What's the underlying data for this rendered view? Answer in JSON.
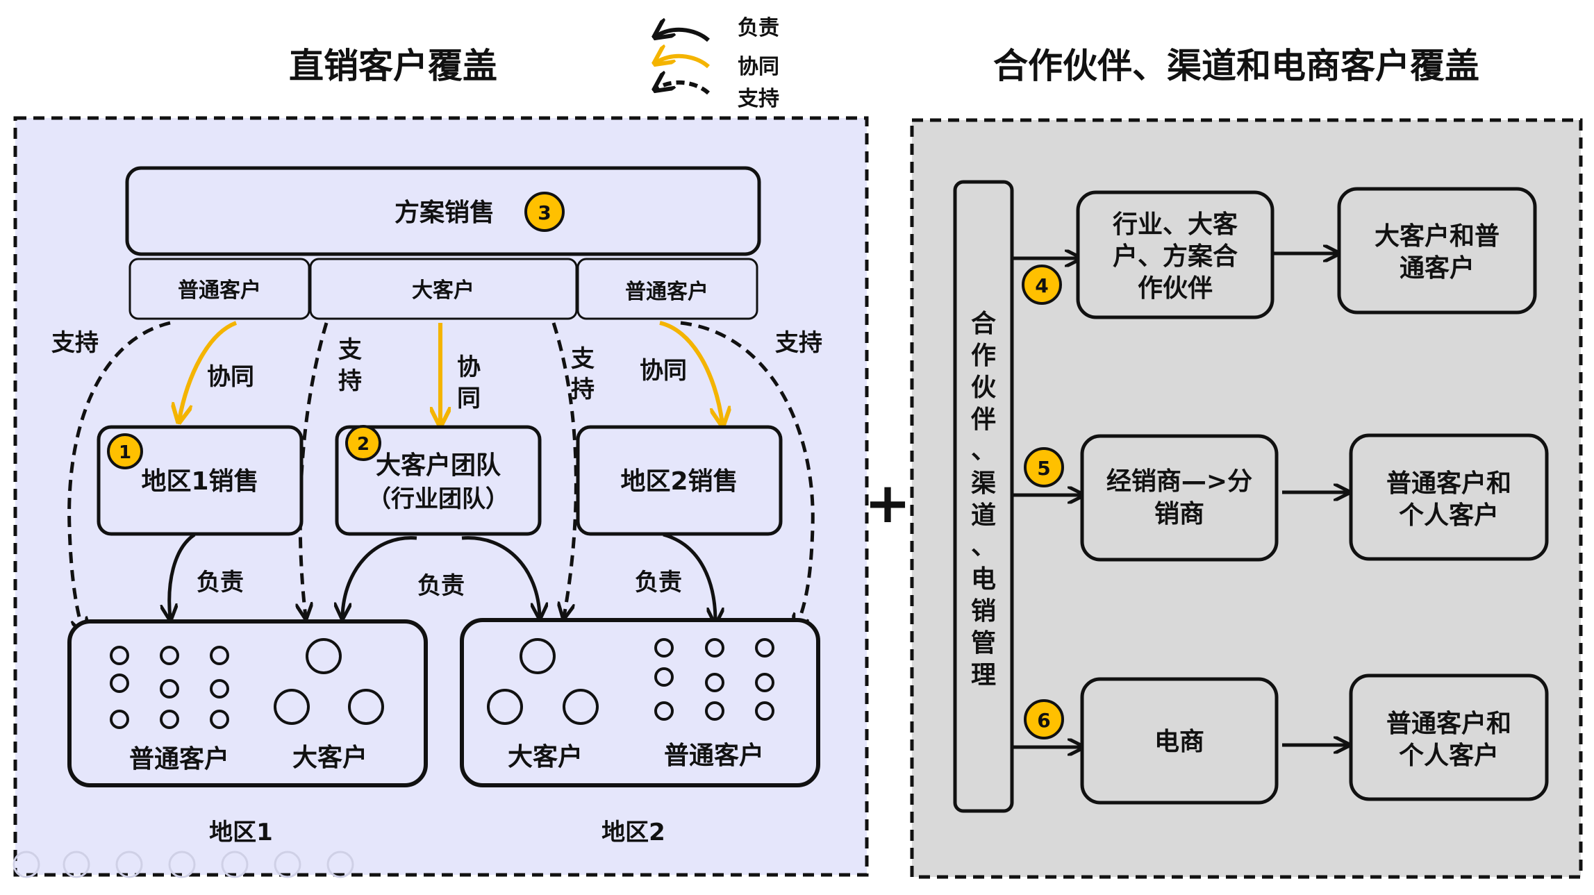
{
  "legend": {
    "responsible": "负责",
    "collaborate": "协同",
    "support": "支持"
  },
  "left": {
    "title": "直销客户覆盖",
    "solution_sales": "方案销售",
    "badge_solution": "3",
    "seg_left": "普通客户",
    "seg_mid": "大客户",
    "seg_right": "普通客户",
    "support": "支持",
    "collaborate": "协同",
    "responsible": "负责",
    "support_v1": "支",
    "support_v2": "持",
    "collab_v1": "协",
    "collab_v2": "同",
    "team1": "地区1销售",
    "badge1": "1",
    "team_key_line1": "大客户团队",
    "team_key_line2": "（行业团队）",
    "badge2": "2",
    "team2": "地区2销售",
    "region1_normal": "普通客户",
    "region1_key": "大客户",
    "region2_key": "大客户",
    "region2_normal": "普通客户",
    "region1_label": "地区1",
    "region2_label": "地区2"
  },
  "plus": "+",
  "right": {
    "title": "合作伙伴、渠道和电商客户覆盖",
    "vertical_label": [
      "合",
      "作",
      "伙",
      "伴",
      "、",
      "渠",
      "道",
      "、",
      "电",
      "销",
      "管",
      "理"
    ],
    "rows": [
      {
        "badge": "4",
        "channel": [
          "行业、大客",
          "户、方案合",
          "作伙伴"
        ],
        "target": [
          "大客户和普",
          "通客户"
        ]
      },
      {
        "badge": "5",
        "channel": [
          "经销商—>分",
          "销商"
        ],
        "target": [
          "普通客户和",
          "个人客户"
        ]
      },
      {
        "badge": "6",
        "channel": [
          "电商"
        ],
        "target": [
          "普通客户和",
          "个人客户"
        ]
      }
    ]
  },
  "colors": {
    "left_panel": "#e5e6fb",
    "right_panel": "#d9d9d9",
    "node_fill": "#e5e6fb",
    "right_node_fill": "#d9d9d9",
    "badge": "#ffc000",
    "collab_arrow": "#f4b400",
    "stroke": "#111111"
  }
}
